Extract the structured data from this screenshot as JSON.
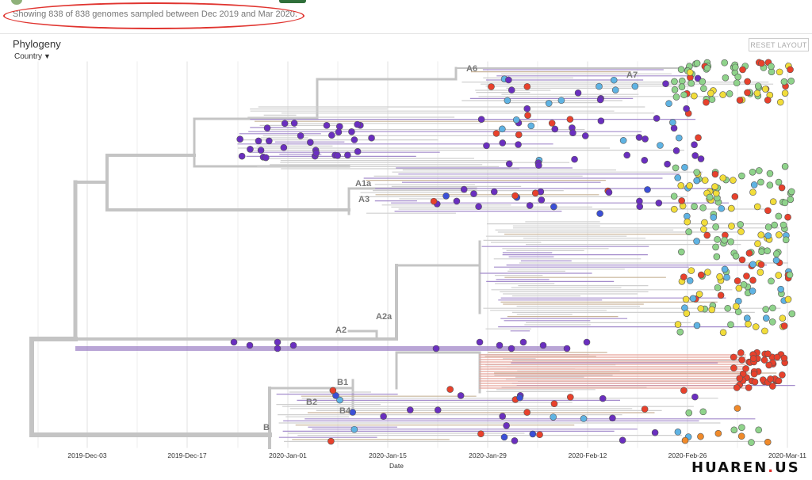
{
  "header": {
    "status_text": "Showing 838 of 838 genomes sampled between Dec 2019 and Mar 2020."
  },
  "panel": {
    "title": "Phylogeny",
    "color_by": "Country",
    "reset_label": "RESET LAYOUT"
  },
  "axis": {
    "label": "Date",
    "ticks": [
      "2019-Dec-03",
      "2019-Dec-17",
      "2020-Jan-01",
      "2020-Jan-15",
      "2020-Jan-29",
      "2020-Feb-12",
      "2020-Feb-26",
      "2020-Mar-11"
    ]
  },
  "clades": [
    "A6",
    "A7",
    "A1a",
    "A3",
    "A2",
    "A2a",
    "B1",
    "B2",
    "B4",
    "B"
  ],
  "colors": {
    "branch": "#c4c4c4",
    "purple": "#6a2fbf",
    "red": "#e8412c",
    "yellow": "#f2dd3a",
    "green": "#8fd38b",
    "lightblue": "#5fb3e3",
    "blue": "#3b4fd6",
    "orange": "#f08a2a",
    "annotation": "#e0342f"
  },
  "watermark": {
    "left": "HUAREN",
    "dot": ".",
    "right": "US"
  }
}
